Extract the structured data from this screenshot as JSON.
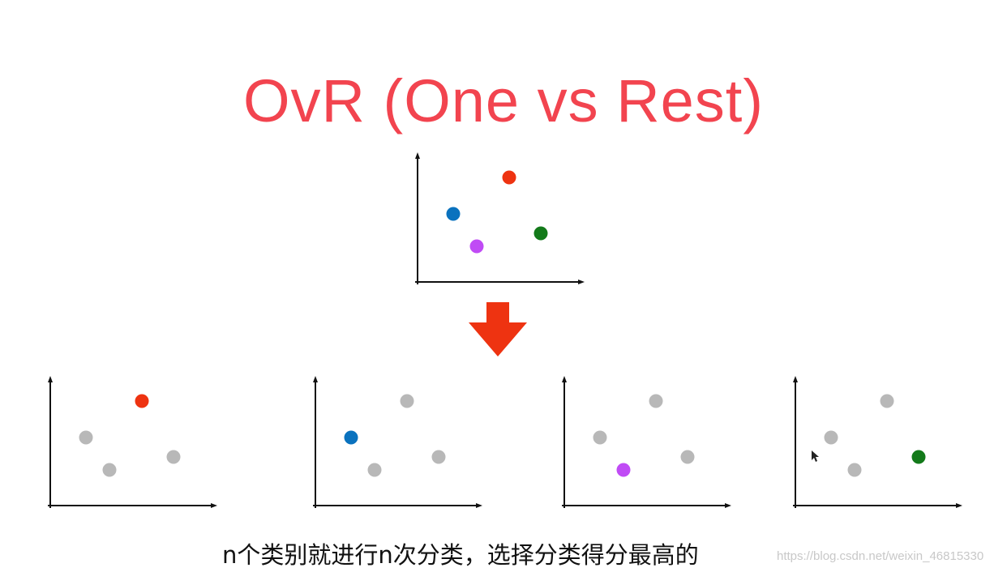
{
  "title": "OvR (One vs Rest)",
  "caption": "n个类别就进行n次分类，选择分类得分最高的",
  "watermark": "https://blog.csdn.net/weixin_46815330",
  "colors": {
    "title": "#f2444f",
    "arrow": "#ee3311",
    "classes": [
      "#ee3311",
      "#0a72be",
      "#c04bf5",
      "#137a1a"
    ],
    "rest": "#b8b8b8",
    "axis": "#111111"
  },
  "panels": [
    {
      "highlight": 0
    },
    {
      "highlight": 1
    },
    {
      "highlight": 2
    },
    {
      "highlight": 3
    }
  ]
}
